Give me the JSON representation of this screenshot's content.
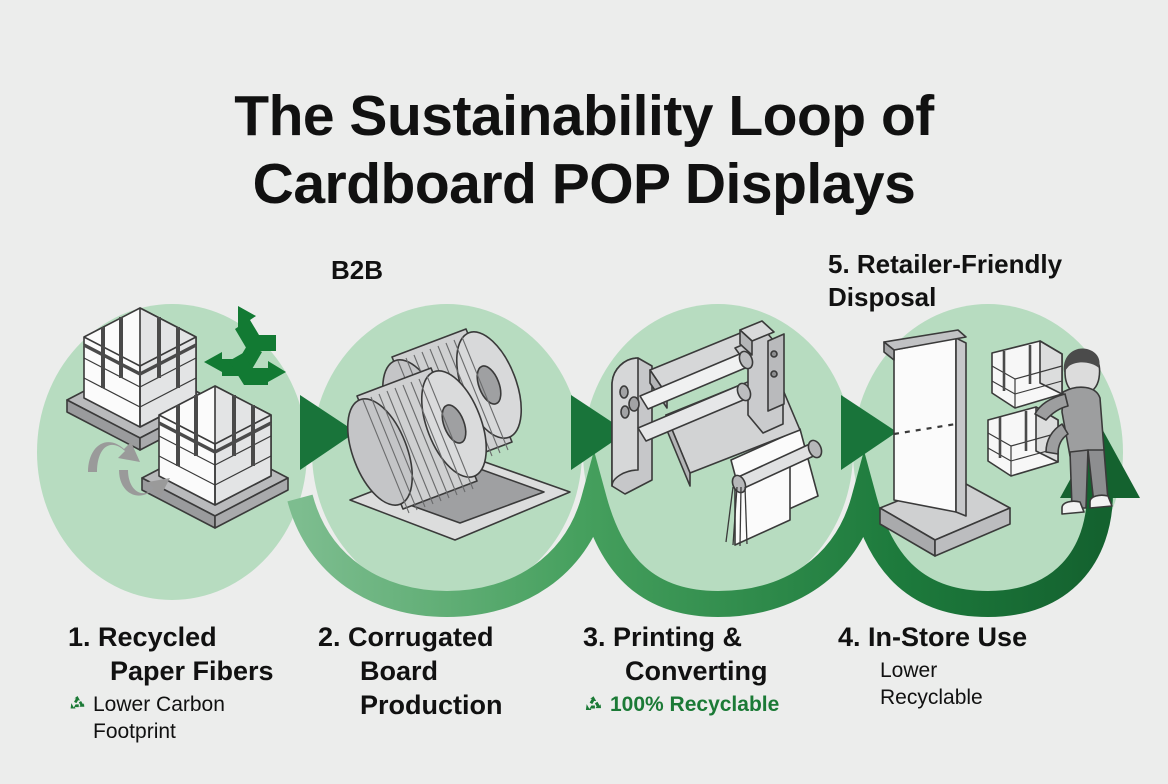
{
  "title": {
    "line1": "The Sustainability Loop of",
    "line2": "Cardboard POP Displays"
  },
  "floating_labels": {
    "b2b": "B2B",
    "step5_line1": "5. Retailer-Friendly",
    "step5_line2": "Disposal"
  },
  "steps": [
    {
      "number": "1.",
      "head_line1": "Recycled",
      "head_line2": "Paper Fibers",
      "sub_line1": "Lower Carbon",
      "sub_line2": "Footprint",
      "sub_icon": "recycle-icon",
      "sub_color": "#111111",
      "illustration": "recycled-paper-bales-pallets"
    },
    {
      "number": "2.",
      "head_line1": "Corrugated",
      "head_line2": "Board",
      "head_line3": "Production",
      "sub_line1": "",
      "sub_line2": "",
      "sub_icon": "",
      "sub_color": "#111111",
      "illustration": "corrugated-paper-rolls"
    },
    {
      "number": "3.",
      "head_line1": "Printing &",
      "head_line2": "Converting",
      "sub_line1": "100% Recyclable",
      "sub_line2": "",
      "sub_icon": "recycle-icon",
      "sub_color": "#1b7a36",
      "illustration": "printing-press-machine"
    },
    {
      "number": "4.",
      "head_line1": "In-Store Use",
      "head_line2": "",
      "sub_line1": "Lower",
      "sub_line2": "Recyclable",
      "sub_icon": "",
      "sub_color": "#111111",
      "illustration": "pop-display-stand-worker"
    }
  ],
  "colors": {
    "background": "#ecedec",
    "circle_fill": "#b7dcc0",
    "arrow_dark_green": "#19743a",
    "loop_arc_green": "#3d9455",
    "recycle_green": "#1b7a36",
    "text_dark": "#111111",
    "machine_gray": "#b8b9bb",
    "machine_light": "#d9dadb",
    "paper_white": "#fbfbfb",
    "outline": "#3a3a3a"
  },
  "flow": {
    "connector_arrows": 3,
    "loop_arrow_direction": "right-up",
    "circles": 4
  }
}
